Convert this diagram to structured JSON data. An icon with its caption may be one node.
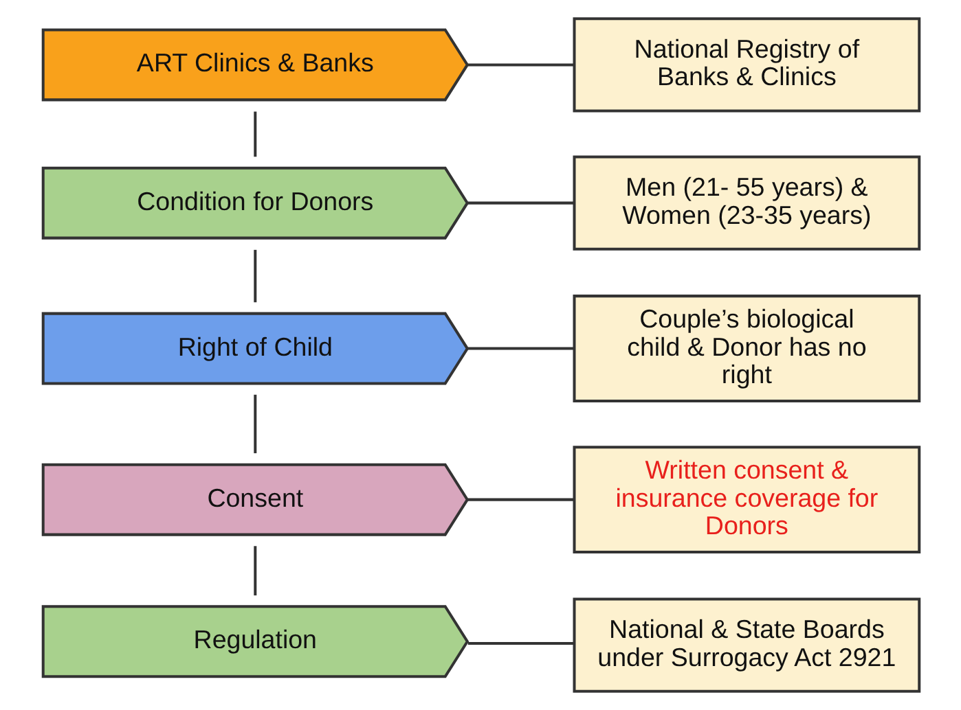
{
  "diagram": {
    "nodes": [
      {
        "text": [
          "ART Clinics & Banks"
        ]
      },
      {
        "text": [
          "National Registry of Banks & Clinics"
        ]
      },
      {
        "text": [
          "Condition for Donors"
        ]
      },
      {
        "text": [
          "Men (21- 55 years) & Women (23-35 years)"
        ]
      },
      {
        "text": [
          "Right of Child"
        ]
      },
      {
        "text": [
          "Couple’s biological child & Donor has no right"
        ]
      },
      {
        "text": [
          "Consent"
        ]
      },
      {
        "text": [
          "Written consent & insurance coverage for Donors"
        ]
      },
      {
        "text": [
          "Regulation"
        ]
      },
      {
        "text": [
          "National & State Boards under Surrogacy Act 2921"
        ]
      }
    ],
    "edges": [
      {
        "from": 0,
        "to": 1,
        "arrow": "none"
      },
      {
        "from": 0,
        "to": 2,
        "arrow": "none"
      },
      {
        "from": 2,
        "to": 3,
        "arrow": "none"
      },
      {
        "from": 2,
        "to": 4,
        "arrow": "none"
      },
      {
        "from": 4,
        "to": 5,
        "arrow": "none"
      },
      {
        "from": 4,
        "to": 6,
        "arrow": "none"
      },
      {
        "from": 6,
        "to": 7,
        "arrow": "none"
      },
      {
        "from": 6,
        "to": 8,
        "arrow": "none"
      },
      {
        "from": 8,
        "to": 9,
        "arrow": "none"
      }
    ]
  }
}
